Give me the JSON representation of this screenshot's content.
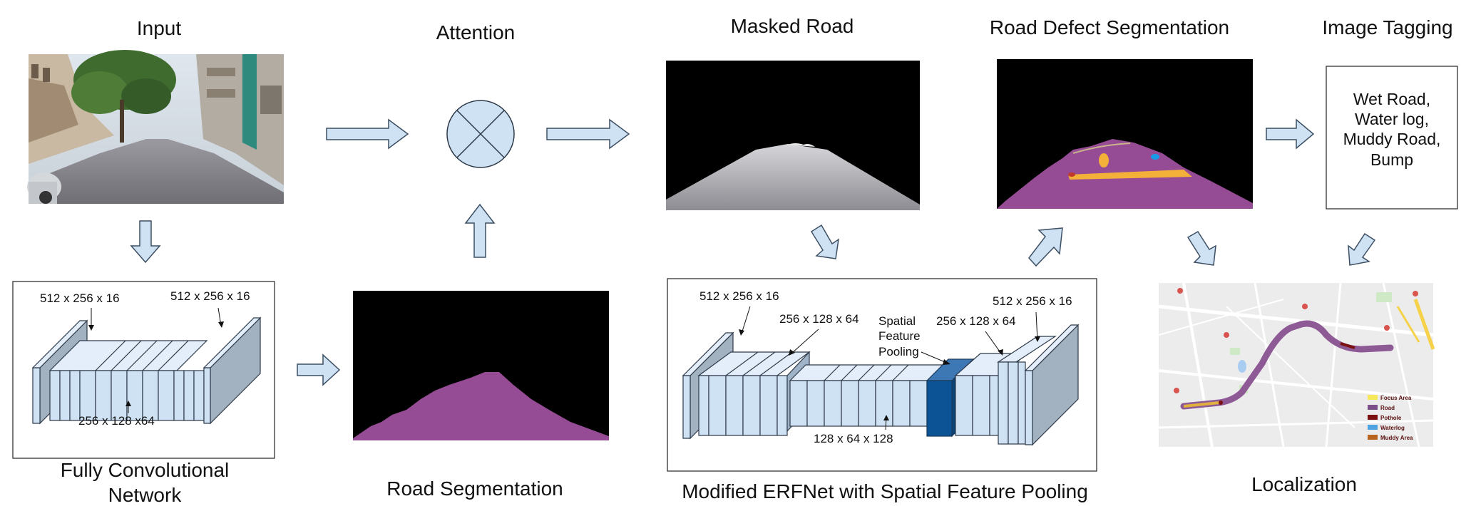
{
  "titles": {
    "input": "Input",
    "attention": "Attention",
    "masked_road": "Masked Road",
    "road_defect_segmentation": "Road Defect Segmentation",
    "image_tagging": "Image Tagging",
    "fcn_line1": "Fully Convolutional",
    "fcn_line2": "Network",
    "road_segmentation": "Road Segmentation",
    "erfnet": "Modified ERFNet  with Spatial Feature Pooling",
    "localization": "Localization"
  },
  "fcn": {
    "dim_left": "512 x 256 x 16",
    "dim_right": "512 x 256 x 16",
    "dim_bottom": "256 x 128 x64"
  },
  "erfnet_dims": {
    "d1": "512 x 256 x 16",
    "d2": "256 x 128 x 64",
    "sfp_line1": "Spatial",
    "sfp_line2": "Feature",
    "sfp_line3": "Pooling",
    "d3": "256 x 128 x 64",
    "d4": "512 x 256 x 16",
    "d5": "128 x 64 x 128"
  },
  "tags": [
    "Wet Road,",
    "Water log,",
    "Muddy Road,",
    "Bump"
  ],
  "map_legend": [
    {
      "label": "Focus Area",
      "color": "#f6e85a"
    },
    {
      "label": "Road",
      "color": "#7b4f8a"
    },
    {
      "label": "Pothole",
      "color": "#7a1010"
    },
    {
      "label": "Waterlog",
      "color": "#4fa3e0"
    },
    {
      "label": "Muddy Area",
      "color": "#b8641e"
    }
  ],
  "colors": {
    "arrow_fill": "#cfe2f3",
    "road_segment": "#964b95",
    "spatial_pooling": "#0b5394",
    "defect_stripe": "#f4b13a"
  }
}
